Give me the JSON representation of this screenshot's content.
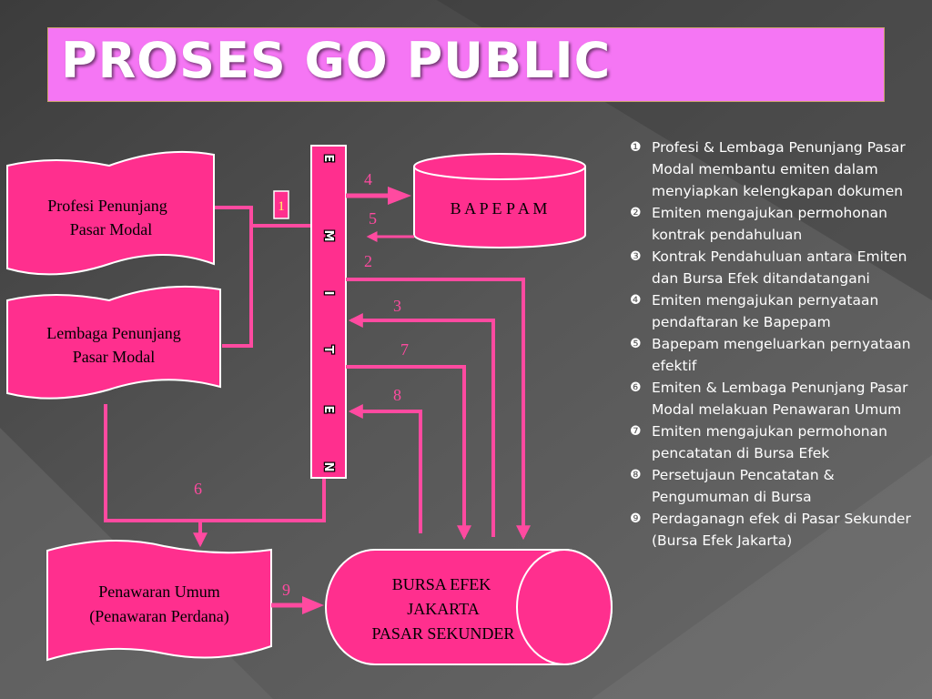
{
  "title": "PROSES GO PUBLIC",
  "diagram": {
    "profesi": [
      "Profesi Penunjang",
      "Pasar Modal"
    ],
    "lembaga": [
      "Lembaga Penunjang",
      "Pasar Modal"
    ],
    "emiten_letters": [
      "E",
      "M",
      "I",
      "T",
      "E",
      "N"
    ],
    "bapepam": "B A P E P A M",
    "penawaran": [
      "Penawaran Umum",
      "(Penawaran Perdana)"
    ],
    "bursa": [
      "BURSA EFEK",
      "JAKARTA",
      "PASAR SEKUNDER"
    ],
    "step_numbers": [
      "1",
      "2",
      "3",
      "4",
      "5",
      "6",
      "7",
      "8",
      "9"
    ]
  },
  "steps": [
    {
      "bullet": "❶",
      "text": "Profesi & Lembaga Penunjang Pasar Modal membantu emiten dalam menyiapkan kelengkapan dokumen"
    },
    {
      "bullet": "❷",
      "text": "Emiten mengajukan permohonan kontrak pendahuluan"
    },
    {
      "bullet": "❸",
      "text": "Kontrak Pendahuluan antara Emiten dan Bursa Efek ditandatangani"
    },
    {
      "bullet": "❹",
      "text": "Emiten mengajukan pernyataan pendaftaran ke Bapepam"
    },
    {
      "bullet": "❺",
      "text": "Bapepam mengeluarkan pernyataan efektif"
    },
    {
      "bullet": "❻",
      "text": "Emiten & Lembaga Penunjang Pasar Modal melakuan Penawaran Umum"
    },
    {
      "bullet": "❼",
      "text": "Emiten mengajukan permohonan pencatatan di Bursa Efek"
    },
    {
      "bullet": "❽",
      "text": "Persetujaun Pencatatan & Pengumuman di Bursa"
    },
    {
      "bullet": "❾",
      "text": "Perdaganagn efek di Pasar Sekunder (Bursa Efek Jakarta)"
    }
  ],
  "colors": {
    "shape_fill": "#ff2f8e",
    "arrow": "#ff4aa0",
    "title_fill": "#f576f4",
    "number": "#ff4aa0"
  }
}
